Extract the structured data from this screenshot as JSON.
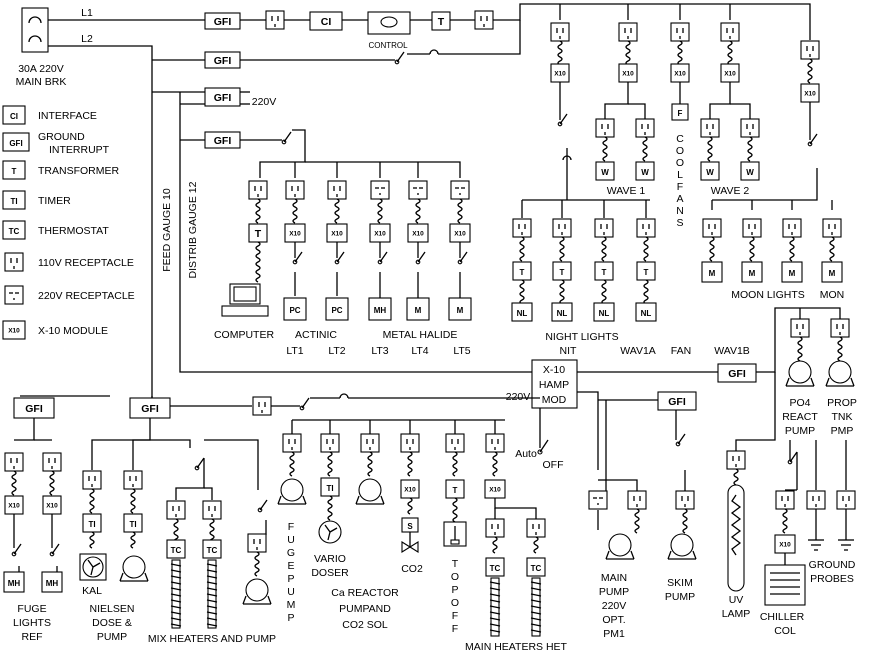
{
  "main_breaker": {
    "l1": "L1",
    "l2": "L2",
    "line1": "30A 220V",
    "line2": "MAIN BRK"
  },
  "symbols": {
    "gfi": "GFI",
    "ci": "CI",
    "t": "T",
    "ti": "TI",
    "tc": "TC",
    "x10": "X10",
    "pc": "PC",
    "mh": "MH",
    "m": "M",
    "nl": "NL",
    "w": "W",
    "f": "F",
    "s": "S"
  },
  "legend": [
    {
      "symbol": "CI",
      "label": "INTERFACE"
    },
    {
      "symbol": "GFI",
      "label": "GROUND\nINTERRUPT"
    },
    {
      "symbol": "T",
      "label": "TRANSFORMER"
    },
    {
      "symbol": "TI",
      "label": "TIMER"
    },
    {
      "symbol": "TC",
      "label": "THERMOSTAT"
    },
    {
      "symbol": "110V",
      "label": "110V RECEPTACLE"
    },
    {
      "symbol": "220V",
      "label": "220V RECEPTACLE"
    },
    {
      "symbol": "X10",
      "label": "X-10 MODULE"
    }
  ],
  "labels": {
    "control": "CONTROL",
    "v220_top": "220V",
    "feed_gauge": "FEED GAUGE 10",
    "distrib_gauge": "DISTRIB GAUGE 12",
    "computer": "COMPUTER",
    "actinic": "ACTINIC",
    "metal_halide": "METAL HALIDE",
    "lt1": "LT1",
    "lt2": "LT2",
    "lt3": "LT3",
    "lt4": "LT4",
    "lt5": "LT5",
    "night_lights": "NIGHT LIGHTS",
    "nit": "NIT",
    "wav1a": "WAV1A",
    "fan": "FAN",
    "wav1b": "WAV1B",
    "wave1": "WAVE 1",
    "wave2": "WAVE 2",
    "coolfans": "COOLFANS",
    "moon_lights": "MOON LIGHTS",
    "mon": "MON",
    "hamp_l1": "X-10",
    "hamp_l2": "HAMP",
    "hamp_l3": "MOD",
    "v220_hamp": "220V",
    "auto": "Auto",
    "off": "OFF",
    "po4_1": "PO4",
    "po4_2": "REACT",
    "po4_3": "PUMP",
    "prop_1": "PROP",
    "prop_2": "TNK",
    "prop_3": "PMP",
    "fuge_lights_1": "FUGE",
    "fuge_lights_2": "LIGHTS",
    "fuge_lights_3": "REF",
    "kal": "KAL",
    "nielsen_1": "NIELSEN",
    "nielsen_2": "DOSE &",
    "nielsen_3": "PUMP",
    "mix_heaters": "MIX HEATERS AND PUMP",
    "fugepump": "FUGEPUMP",
    "vario_1": "VARIO",
    "vario_2": "DOSER",
    "ca_1": "Ca REACTOR",
    "ca_2": "PUMPAND",
    "ca_3": "CO2 SOL",
    "co2": "CO2",
    "topoff": "TOPOFF",
    "main_heaters": "MAIN HEATERS HET",
    "main_pump_1": "MAIN",
    "main_pump_2": "PUMP",
    "main_pump_3": "220V",
    "main_pump_4": "OPT.",
    "main_pump_5": "PM1",
    "skim_1": "SKIM",
    "skim_2": "PUMP",
    "uv_1": "UV",
    "uv_2": "LAMP",
    "chiller_1": "CHILLER",
    "chiller_2": "COL",
    "ground_1": "GROUND",
    "ground_2": "PROBES"
  }
}
